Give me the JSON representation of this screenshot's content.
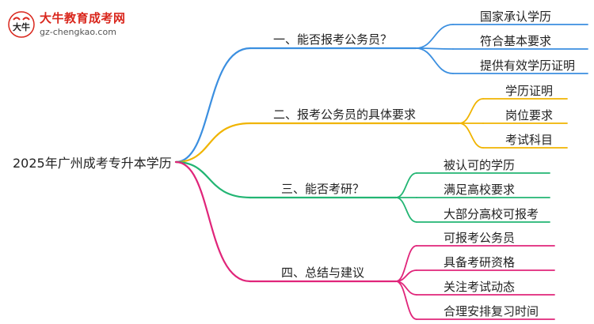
{
  "logo": {
    "mark_text": "大牛",
    "title": "大牛教育成考网",
    "url": "gz-chengkao.com"
  },
  "root": {
    "label": "2025年广州成考专升本学历"
  },
  "branches": [
    {
      "label": "一、能否报考公务员？",
      "color": "#3b8fe0",
      "leaves": [
        "国家承认学历",
        "符合基本要求",
        "提供有效学历证明"
      ]
    },
    {
      "label": "二、报考公务员的具体要求",
      "color": "#f0b400",
      "leaves": [
        "学历证明",
        "岗位要求",
        "考试科目"
      ]
    },
    {
      "label": "三、能否考研？",
      "color": "#22b573",
      "leaves": [
        "被认可的学历",
        "满足高校要求",
        "大部分高校可报考"
      ]
    },
    {
      "label": "四、总结与建议",
      "color": "#e0257a",
      "leaves": [
        "可报考公务员",
        "具备考研资格",
        "关注考试动态",
        "合理安排复习时间"
      ]
    }
  ]
}
